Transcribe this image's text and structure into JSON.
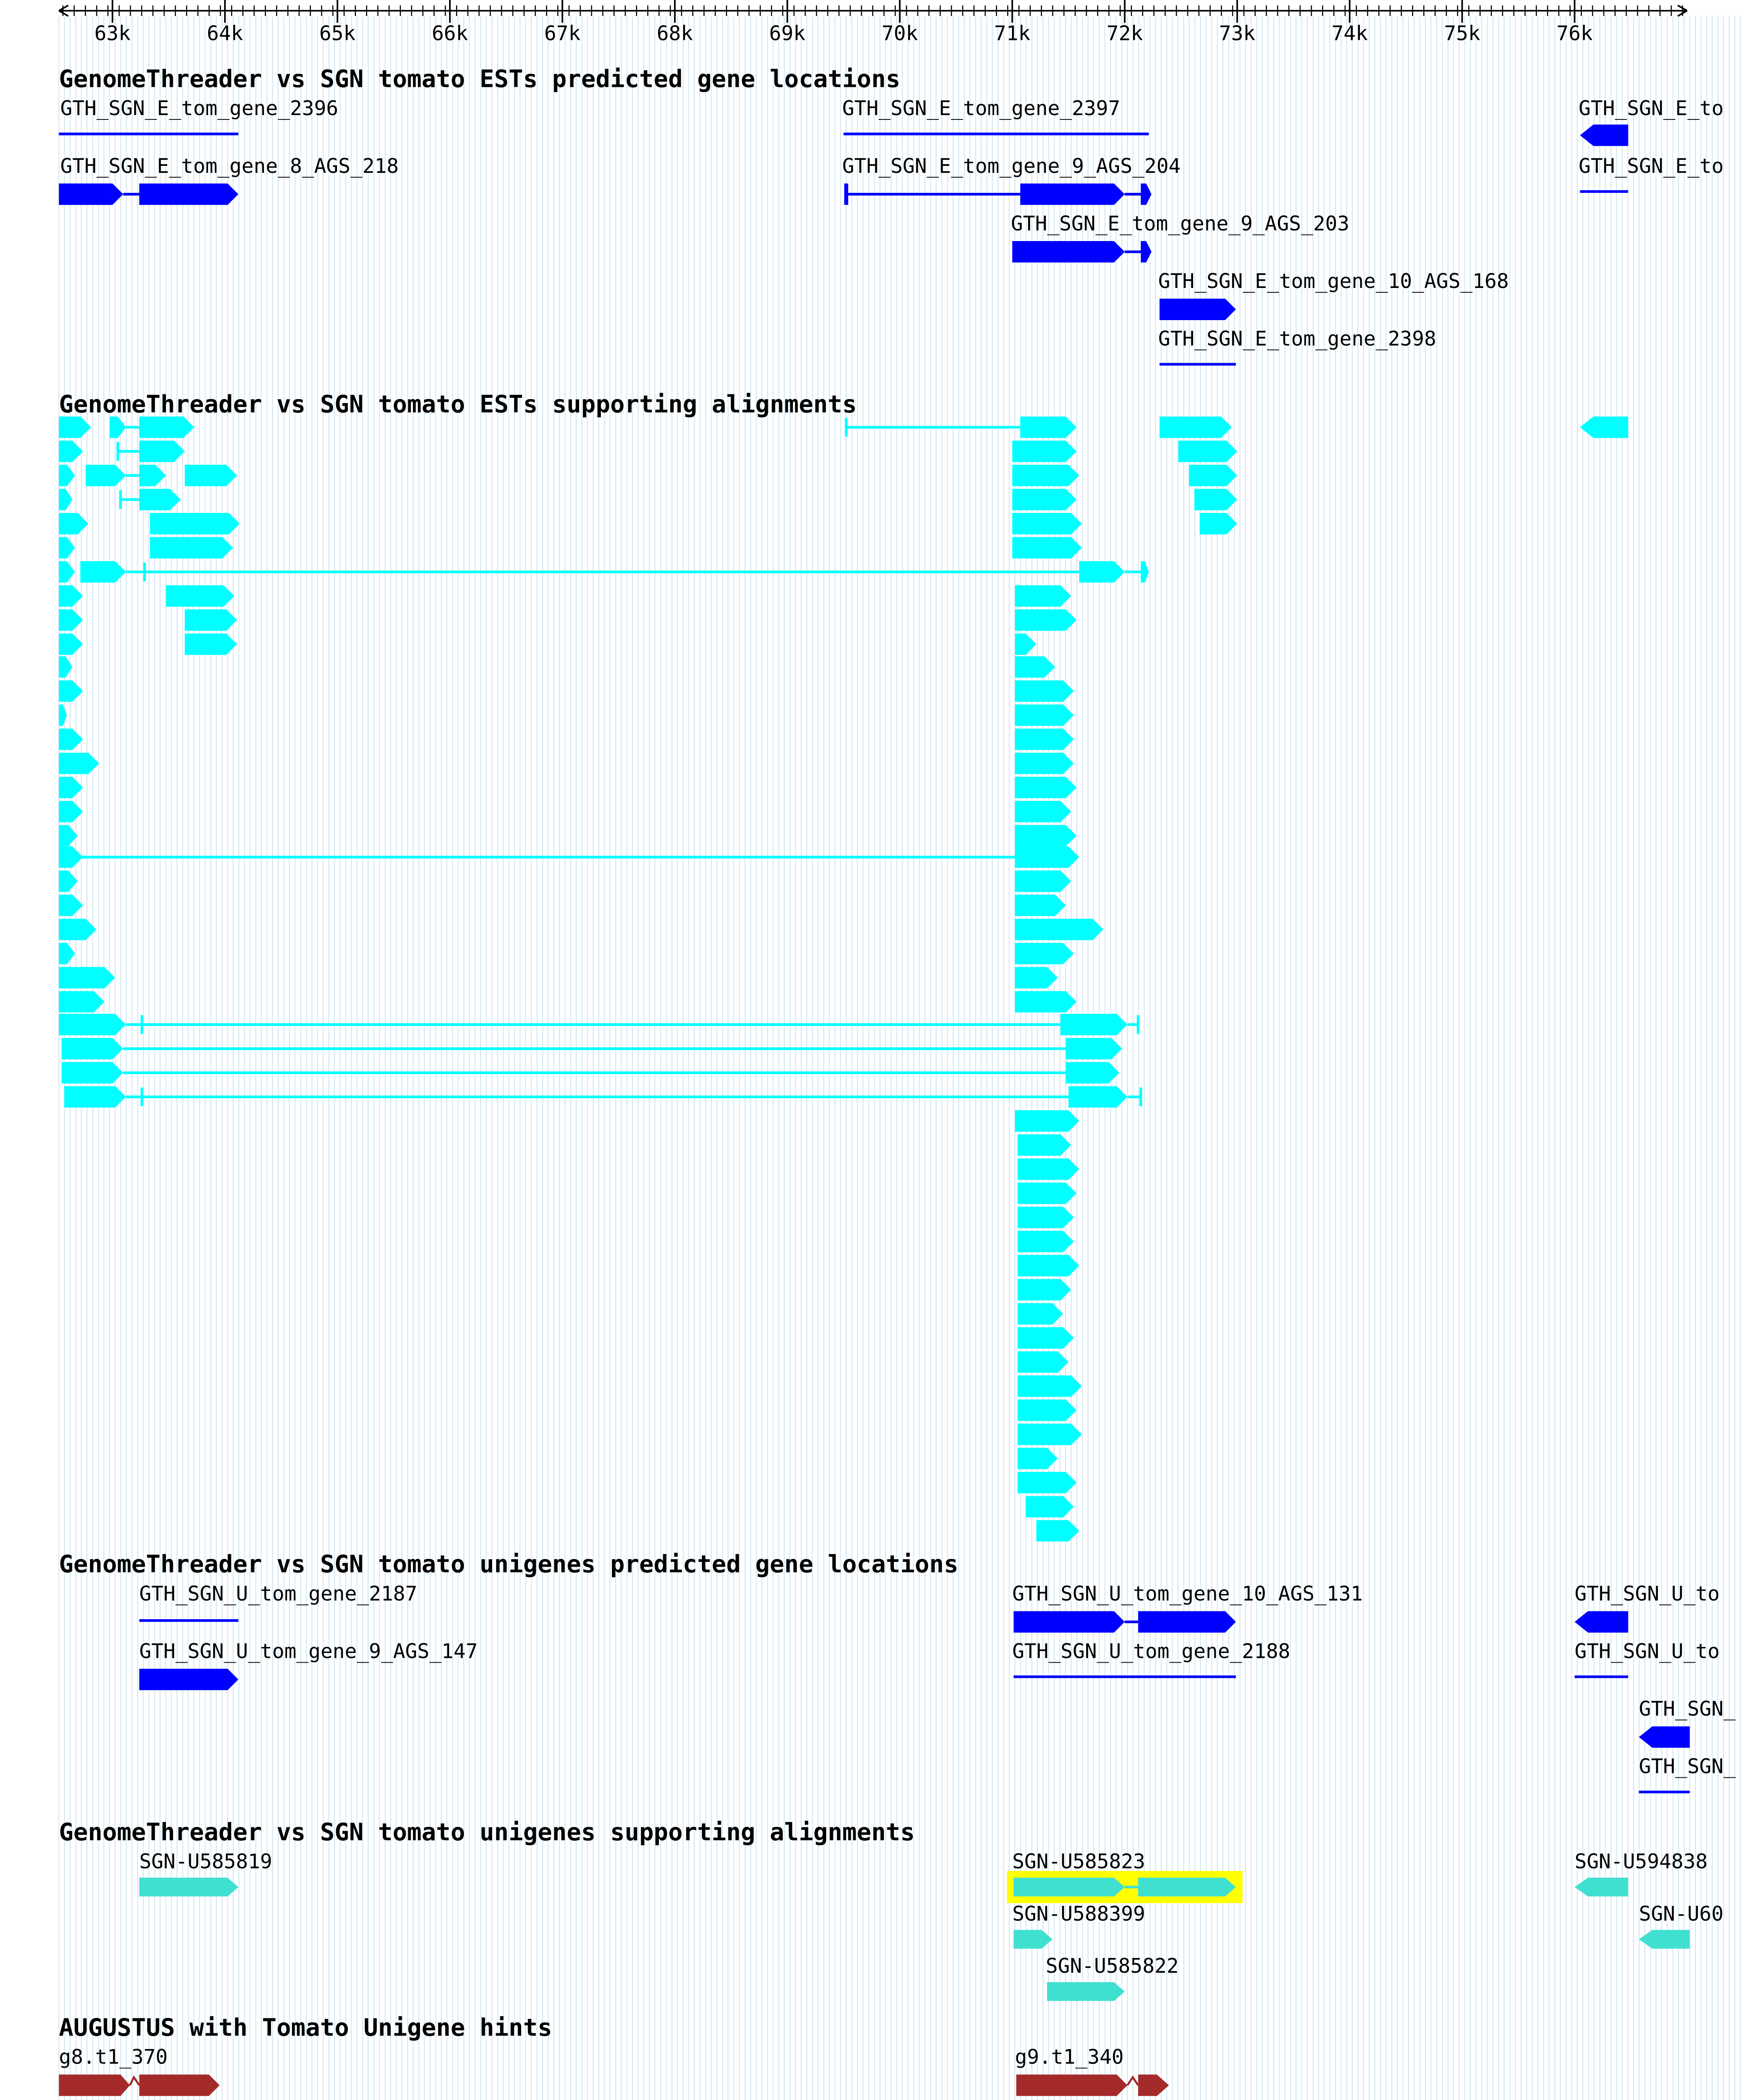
{
  "ruler": {
    "ticks": [
      "63k",
      "64k",
      "65k",
      "66k",
      "67k",
      "68k",
      "69k",
      "70k",
      "71k",
      "72k",
      "73k",
      "74k",
      "75k",
      "76k"
    ]
  },
  "colors": {
    "gene_blue": "#0000ff",
    "est_cyan": "#00ffff",
    "unigene_turquoise": "#40e0d0",
    "augustus_red": "#a52a2a",
    "highlight_yellow": "#ffff00",
    "grid_line": "#d6eaf5"
  },
  "tracks": {
    "est_predicted": {
      "title": "GenomeThreader vs SGN tomato ESTs predicted gene locations",
      "labels": [
        "GTH_SGN_E_tom_gene_2396",
        "GTH_SGN_E_tom_gene_2397",
        "GTH_SGN_E_to",
        "GTH_SGN_E_tom_gene_8_AGS_218",
        "GTH_SGN_E_tom_gene_9_AGS_204",
        "GTH_SGN_E_to",
        "GTH_SGN_E_tom_gene_9_AGS_203",
        "GTH_SGN_E_tom_gene_10_AGS_168",
        "GTH_SGN_E_tom_gene_2398"
      ]
    },
    "est_alignments": {
      "title": "GenomeThreader vs SGN tomato ESTs supporting alignments"
    },
    "unigene_predicted": {
      "title": "GenomeThreader vs SGN tomato unigenes predicted gene locations",
      "labels": [
        "GTH_SGN_U_tom_gene_2187",
        "GTH_SGN_U_tom_gene_10_AGS_131",
        "GTH_SGN_U_to",
        "GTH_SGN_U_tom_gene_9_AGS_147",
        "GTH_SGN_U_tom_gene_2188",
        "GTH_SGN_U_to",
        "GTH_SGN_",
        "GTH_SGN_"
      ]
    },
    "unigene_alignments": {
      "title": "GenomeThreader vs SGN tomato unigenes supporting alignments",
      "labels": [
        "SGN-U585819",
        "SGN-U585823",
        "SGN-U594838",
        "SGN-U588399",
        "SGN-U60",
        "SGN-U585822"
      ]
    },
    "augustus": {
      "title": "AUGUSTUS with Tomato Unigene hints",
      "labels": [
        "g8.t1_370",
        "g9.t1_340"
      ]
    }
  }
}
